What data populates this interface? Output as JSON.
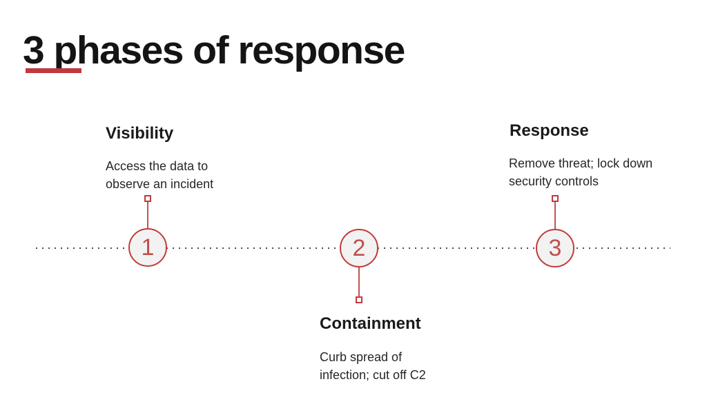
{
  "slide": {
    "title": "3 phases of response"
  },
  "accent_color": "#c0393c",
  "circle_fill_color": "#f2f2f2",
  "timeline": {
    "style": "dotted-line",
    "dot_color": "#4a4a4a"
  },
  "phases": [
    {
      "number": "1",
      "name": "Visibility",
      "description": "Access the data to observe an incident",
      "label_position": "above"
    },
    {
      "number": "2",
      "name": "Containment",
      "description": "Curb spread of infection; cut off C2",
      "label_position": "below"
    },
    {
      "number": "3",
      "name": "Response",
      "description": "Remove threat; lock down security controls",
      "label_position": "above"
    }
  ]
}
